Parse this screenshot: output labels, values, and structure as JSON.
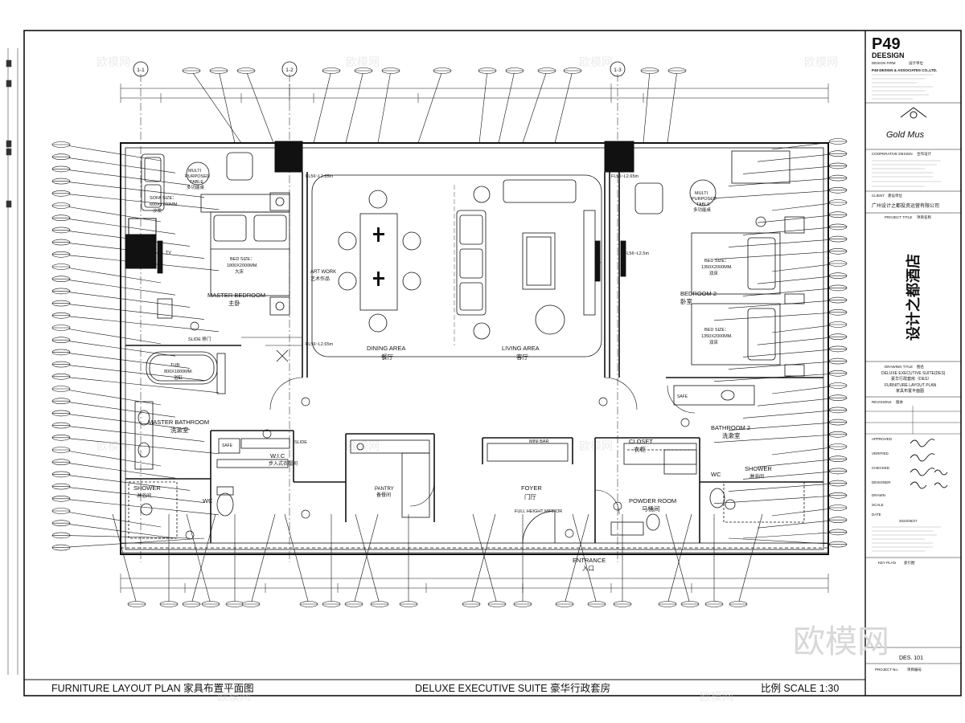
{
  "title_block": {
    "brand": "P49",
    "brand_sub": "DEESIGN",
    "design_firm_label": "DESIGN FIRM",
    "design_firm_cn": "设计单位",
    "firm_line": "P49 DESIGN & ASSOCIATES CO.,LTD.",
    "logo_text": "Gold Mus",
    "cooperative_label": "COOPERATIVE DESIGN",
    "cooperative_cn": "合作设计",
    "client_label": "CLIENT",
    "client_cn": "建设单位",
    "client_name": "广州设计之都投资运营有限公司",
    "project_title_label": "PROJECT TITLE",
    "project_title_cn": "项目名称",
    "project_name": "设计之都酒店",
    "drawing_title_label": "DRAWING TITLE",
    "drawing_title_cn": "图名",
    "drawing_title_1": "DELUXE EXECUTIVE SUITE(DES)",
    "drawing_title_2": "豪华行政套房（DES）",
    "drawing_title_3": "FURNITURE LAYOUT PLAN",
    "drawing_title_4": "家具布置平面图",
    "revisions_label": "REVISIONS",
    "revisions_cn": "版本",
    "approved_label": "APPROVED",
    "verified_label": "VERIFIED",
    "checked_label": "CHECKED",
    "designer_label": "DESIGNER",
    "drawn_label": "DRAWN",
    "scale_label": "SCALE",
    "date_label": "DATE",
    "date_value": "2022/05/27",
    "key_plan_label": "KEY PLAN",
    "key_plan_cn": "索引图",
    "sheet_no": "DES. 101",
    "project_no_label": "PROJECT No.",
    "project_no_cn": "项目编号"
  },
  "footer": {
    "left": "FURNITURE LAYOUT PLAN 家具布置平面图",
    "middle": "DELUXE EXECUTIVE SUITE    豪华行政套房",
    "right": "比例 SCALE 1:30"
  },
  "watermark": {
    "brand": "欧模网"
  },
  "grid": {
    "bubbles": [
      "1-1",
      "1-2",
      "1-3"
    ]
  },
  "rooms": {
    "master_bedroom_en": "MASTER BEDROOM",
    "master_bedroom_cn": "主卧",
    "dining_en": "DINING AREA",
    "dining_cn": "餐厅",
    "living_en": "LIVING AREA",
    "living_cn": "客厅",
    "bedroom2_en": "BEDROOM 2",
    "bedroom2_cn": "卧室",
    "master_bath_en": "MASTER BATHROOM",
    "master_bath_cn": "洗漱室",
    "bath2_en": "BATHROOM 2",
    "bath2_cn": "洗漱室",
    "wic_en": "W.I.C",
    "wic_cn": "步入式衣帽间",
    "pantry_en": "PANTRY",
    "pantry_cn": "备餐间",
    "foyer_en": "FOYER",
    "foyer_cn": "门厅",
    "closet_en": "CLOSET",
    "closet_cn": "衣柜",
    "powder_en": "POWDER ROOM",
    "powder_cn": "马桶间",
    "shower1_en": "SHOWER",
    "shower1_cn": "淋浴间",
    "shower2_en": "SHOWER",
    "shower2_cn": "淋浴间",
    "wc1": "WC",
    "wc2": "WC",
    "entrance_en": "ENTRANCE",
    "entrance_cn": "入口",
    "mini_bar": "MINI BAR",
    "full_height_mirror": "FULL HEIGHT MIRROR",
    "art_work": "ART WORK",
    "art_work_cn": "艺术作品"
  },
  "furniture": {
    "sofa_size": "SOFA SIZE：",
    "sofa_dim": "600X1700MM.",
    "sofa_cn": "沙发",
    "multi1_a": "MULTI",
    "multi1_b": "PURPOSED",
    "multi1_c": "TABLE",
    "multi1_cn": "多功能桌",
    "multi2_a": "MULTI",
    "multi2_b": "PURPOSED",
    "multi2_c": "TABLE",
    "multi2_cn": "多功能桌",
    "bed_master_size": "BED SIZE：",
    "bed_master_dim": "1800X2000MM.",
    "bed_master_cn": "大床",
    "bed2a_size": "BED SIZE：",
    "bed2a_dim": "1350X2000MM.",
    "bed2a_cn": "双床",
    "bed2b_size": "BED SIZE：",
    "bed2b_dim": "1350X2000MM.",
    "bed2b_cn": "双床",
    "tub": "TUB:",
    "tub_dim": "800X1800MM.",
    "tub_cn": "浴缸",
    "tv1": "TV",
    "tv2": "TV",
    "safe1": "SAFE",
    "safe2": "SAFE",
    "slide_door": "SLIDE 移门",
    "slide2": "SLIDE",
    "level1": "FL56~L2.65m",
    "level2": "FL56~L2.65m",
    "level3": "FL56~L2.5m",
    "level4": "FL56~L2.65m"
  }
}
